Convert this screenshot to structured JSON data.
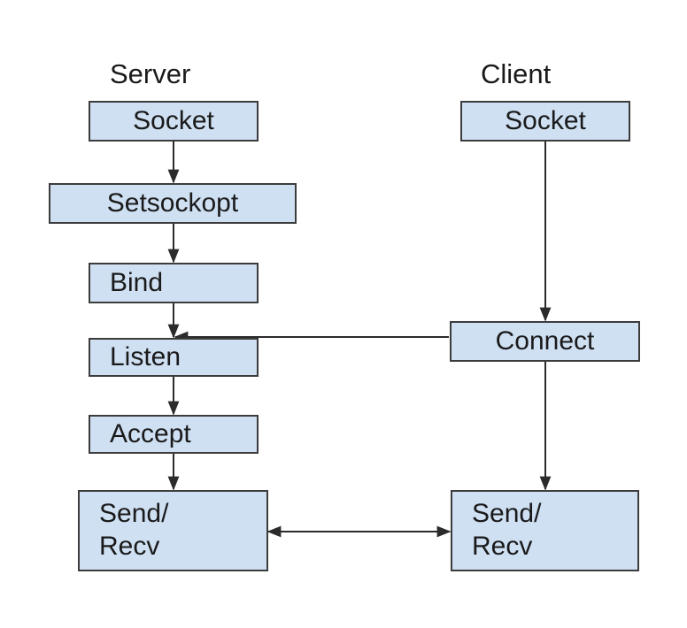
{
  "columns": {
    "server": "Server",
    "client": "Client"
  },
  "server": {
    "socket": "Socket",
    "setsockopt": "Setsockopt",
    "bind": "Bind",
    "listen": "Listen",
    "accept": "Accept",
    "send_recv": [
      "Send/",
      "Recv"
    ]
  },
  "client": {
    "socket": "Socket",
    "connect": "Connect",
    "send_recv": [
      "Send/",
      "Recv"
    ]
  },
  "colors": {
    "box_fill": "#cfe0f3",
    "box_border": "#3c3c3c",
    "line": "#2b2b2b"
  }
}
